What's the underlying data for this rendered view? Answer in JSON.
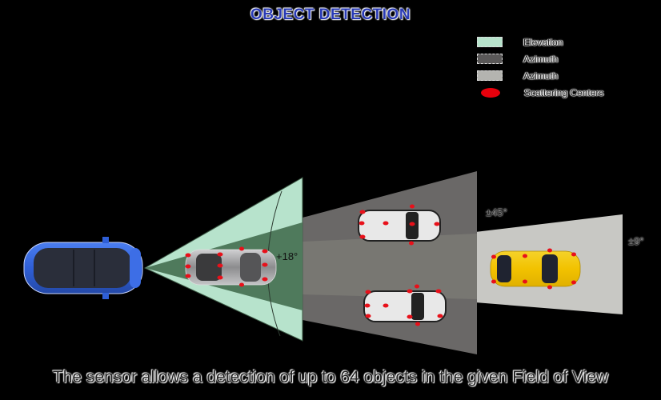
{
  "header": {
    "title": "OBJECT DETECTION"
  },
  "legend": {
    "items": [
      {
        "label": "Elevation",
        "color": "#b7e3cc",
        "shape": "rect"
      },
      {
        "label": "Azimuth",
        "color": "#5a5858",
        "shape": "rect"
      },
      {
        "label": "Azimuth",
        "color": "#b4b4b0",
        "shape": "rect"
      },
      {
        "label": "Scattering Centers",
        "color": "#e8000c",
        "shape": "ellipse"
      }
    ]
  },
  "scene": {
    "angles": {
      "elevation": "+18°",
      "azimuth_wide": "±45°",
      "azimuth_narrow": "±9°"
    },
    "colors": {
      "elevation_cone": "#b7e3cc",
      "elevation_core": "#4f7a5c",
      "azimuth_wide": "#6a6867",
      "azimuth_band": "#7c7b75",
      "azimuth_narrow": "#c8c8c4",
      "scatter": "#e8101a",
      "ego_car": "#2f5fd6",
      "target_car_1": "#9a9a9c",
      "target_car_2": "#e5e5e5",
      "target_car_3": "#e5e5e5",
      "target_car_4": "#f2c200"
    },
    "vehicles": [
      {
        "id": "ego",
        "label": "Sensor vehicle",
        "color": "blue"
      },
      {
        "id": "t1",
        "label": "Detected car (gray)",
        "color": "gray"
      },
      {
        "id": "t2",
        "label": "Detected car (white, upper)",
        "color": "white"
      },
      {
        "id": "t3",
        "label": "Detected car (white, lower)",
        "color": "white"
      },
      {
        "id": "t4",
        "label": "Detected car (yellow)",
        "color": "yellow"
      }
    ]
  },
  "caption": {
    "text": "The sensor allows a detection of up to 64 objects in the given Field of View"
  }
}
